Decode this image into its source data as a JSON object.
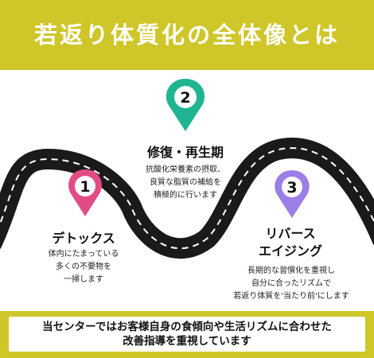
{
  "header": {
    "title": "若返り体質化の全体像とは"
  },
  "steps": [
    {
      "number": "1",
      "title": "デトックス",
      "description": "体内にたまっている\n多くの不要物を\n一掃します",
      "color": "#e24c86"
    },
    {
      "number": "2",
      "title": "修復・再生期",
      "description": "抗酸化栄養素の摂取、\n良質な脂質の補給を\n積極的に行います",
      "color": "#1fb592"
    },
    {
      "number": "3",
      "title": "リバース\nエイジング",
      "description": "長期的な習慣化を重視し\n自分に合ったリズムで\n若返り体質を'当たり前'にします",
      "color": "#9b7fe6"
    }
  ],
  "footer": {
    "text": "当センターではお客様自身の食傾向や生活リズムに合わせた\n改善指導を重視しています"
  },
  "colors": {
    "accent": "#cfc629",
    "road": "#1a1a1a",
    "lane": "#ffffff"
  }
}
